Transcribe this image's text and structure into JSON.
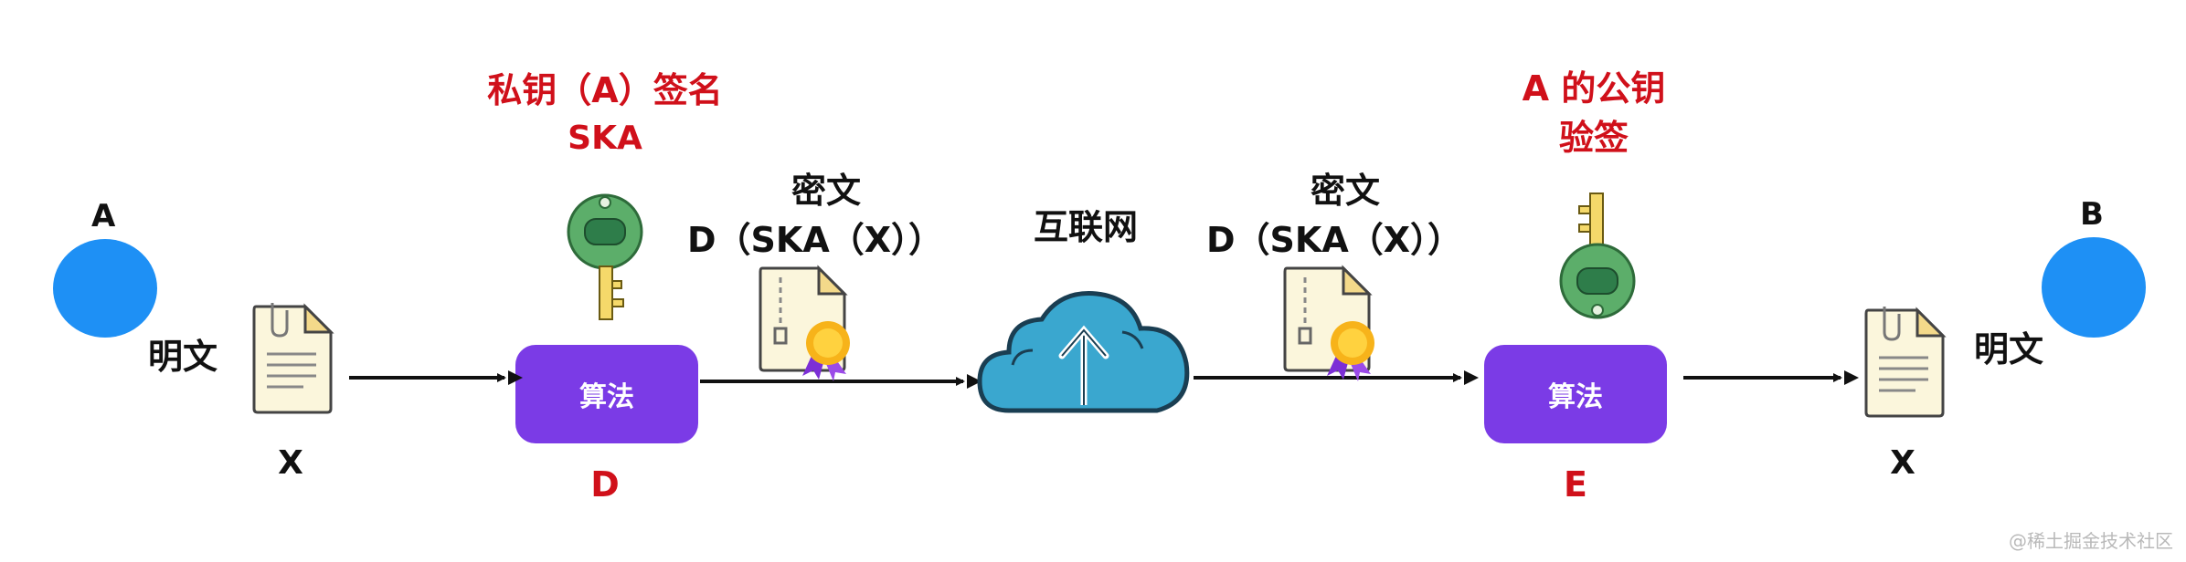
{
  "nodes": {
    "a_label": "A",
    "b_label": "B"
  },
  "left": {
    "plaintext_label": "明文",
    "x_label": "X"
  },
  "sign_step": {
    "key_title_line1": "私钥（A）签名",
    "key_title_line2": "SKA",
    "box_label": "算法",
    "box_sub": "D"
  },
  "cipher_left": {
    "line1": "密文",
    "line2": "D（SKA（X））"
  },
  "internet": {
    "label": "互联网"
  },
  "cipher_right": {
    "line1": "密文",
    "line2": "D（SKA（X））"
  },
  "verify_step": {
    "key_title_line1": "A 的公钥",
    "key_title_line2": "验签",
    "box_label": "算法",
    "box_sub": "E"
  },
  "right": {
    "plaintext_label": "明文",
    "x_label": "X"
  },
  "watermark": "@稀土掘金技术社区",
  "colors": {
    "node": "#1e90f5",
    "box": "#7b3be6",
    "red": "#d0101a",
    "cloud": "#3aa7cf"
  }
}
